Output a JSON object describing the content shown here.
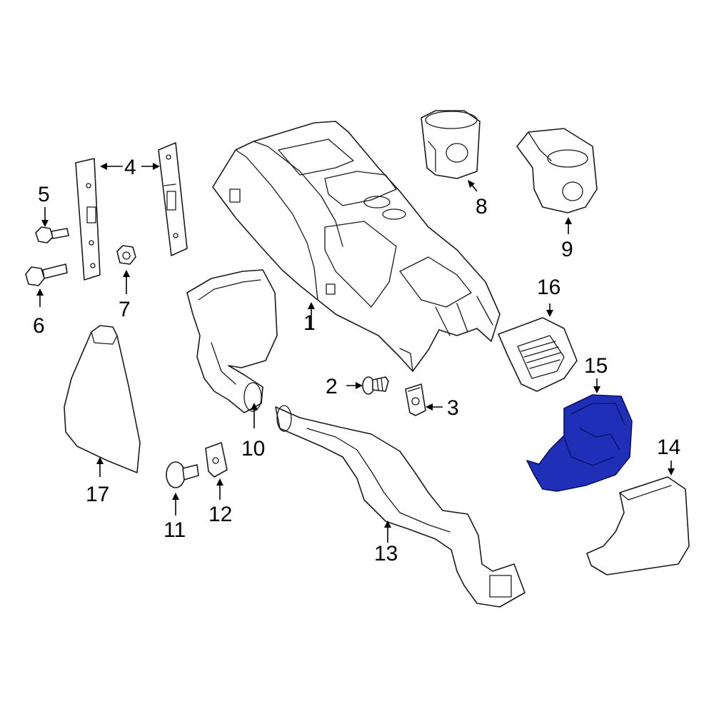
{
  "callouts": {
    "c1": "1",
    "c2": "2",
    "c3": "3",
    "c4": "4",
    "c5": "5",
    "c6": "6",
    "c7": "7",
    "c8": "8",
    "c9": "9",
    "c10": "10",
    "c11": "11",
    "c12": "12",
    "c13": "13",
    "c14": "14",
    "c15": "15",
    "c16": "16",
    "c17": "17"
  },
  "colors": {
    "highlight": "#1f2fb8",
    "line": "#1a1a1a",
    "background": "#ffffff"
  },
  "highlighted_part": "15"
}
